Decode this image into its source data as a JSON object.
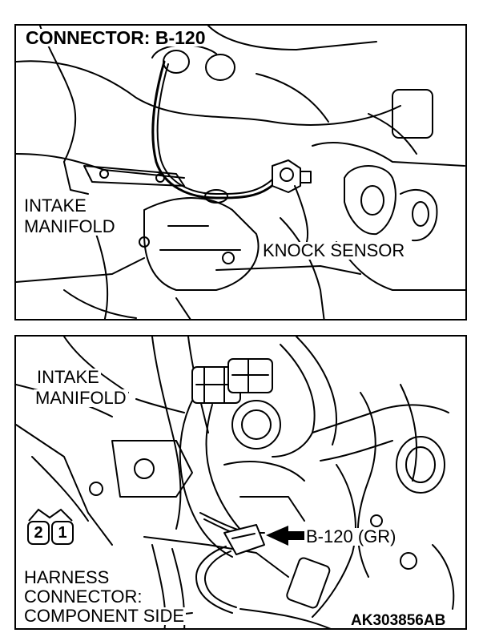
{
  "top_panel": {
    "connector_title": "CONNECTOR: B-120",
    "intake_manifold_label_line1": "INTAKE",
    "intake_manifold_label_line2": "MANIFOLD",
    "knock_sensor_label": "KNOCK SENSOR"
  },
  "bottom_panel": {
    "intake_manifold_label_line1": "INTAKE",
    "intake_manifold_label_line2": "MANIFOLD",
    "connector_label": "B-120 (GR)",
    "pin_left": "2",
    "pin_right": "1",
    "harness_label_line1": "HARNESS",
    "harness_label_line2": "CONNECTOR:",
    "harness_label_line3": "COMPONENT SIDE",
    "figure_code": "AK303856AB"
  }
}
